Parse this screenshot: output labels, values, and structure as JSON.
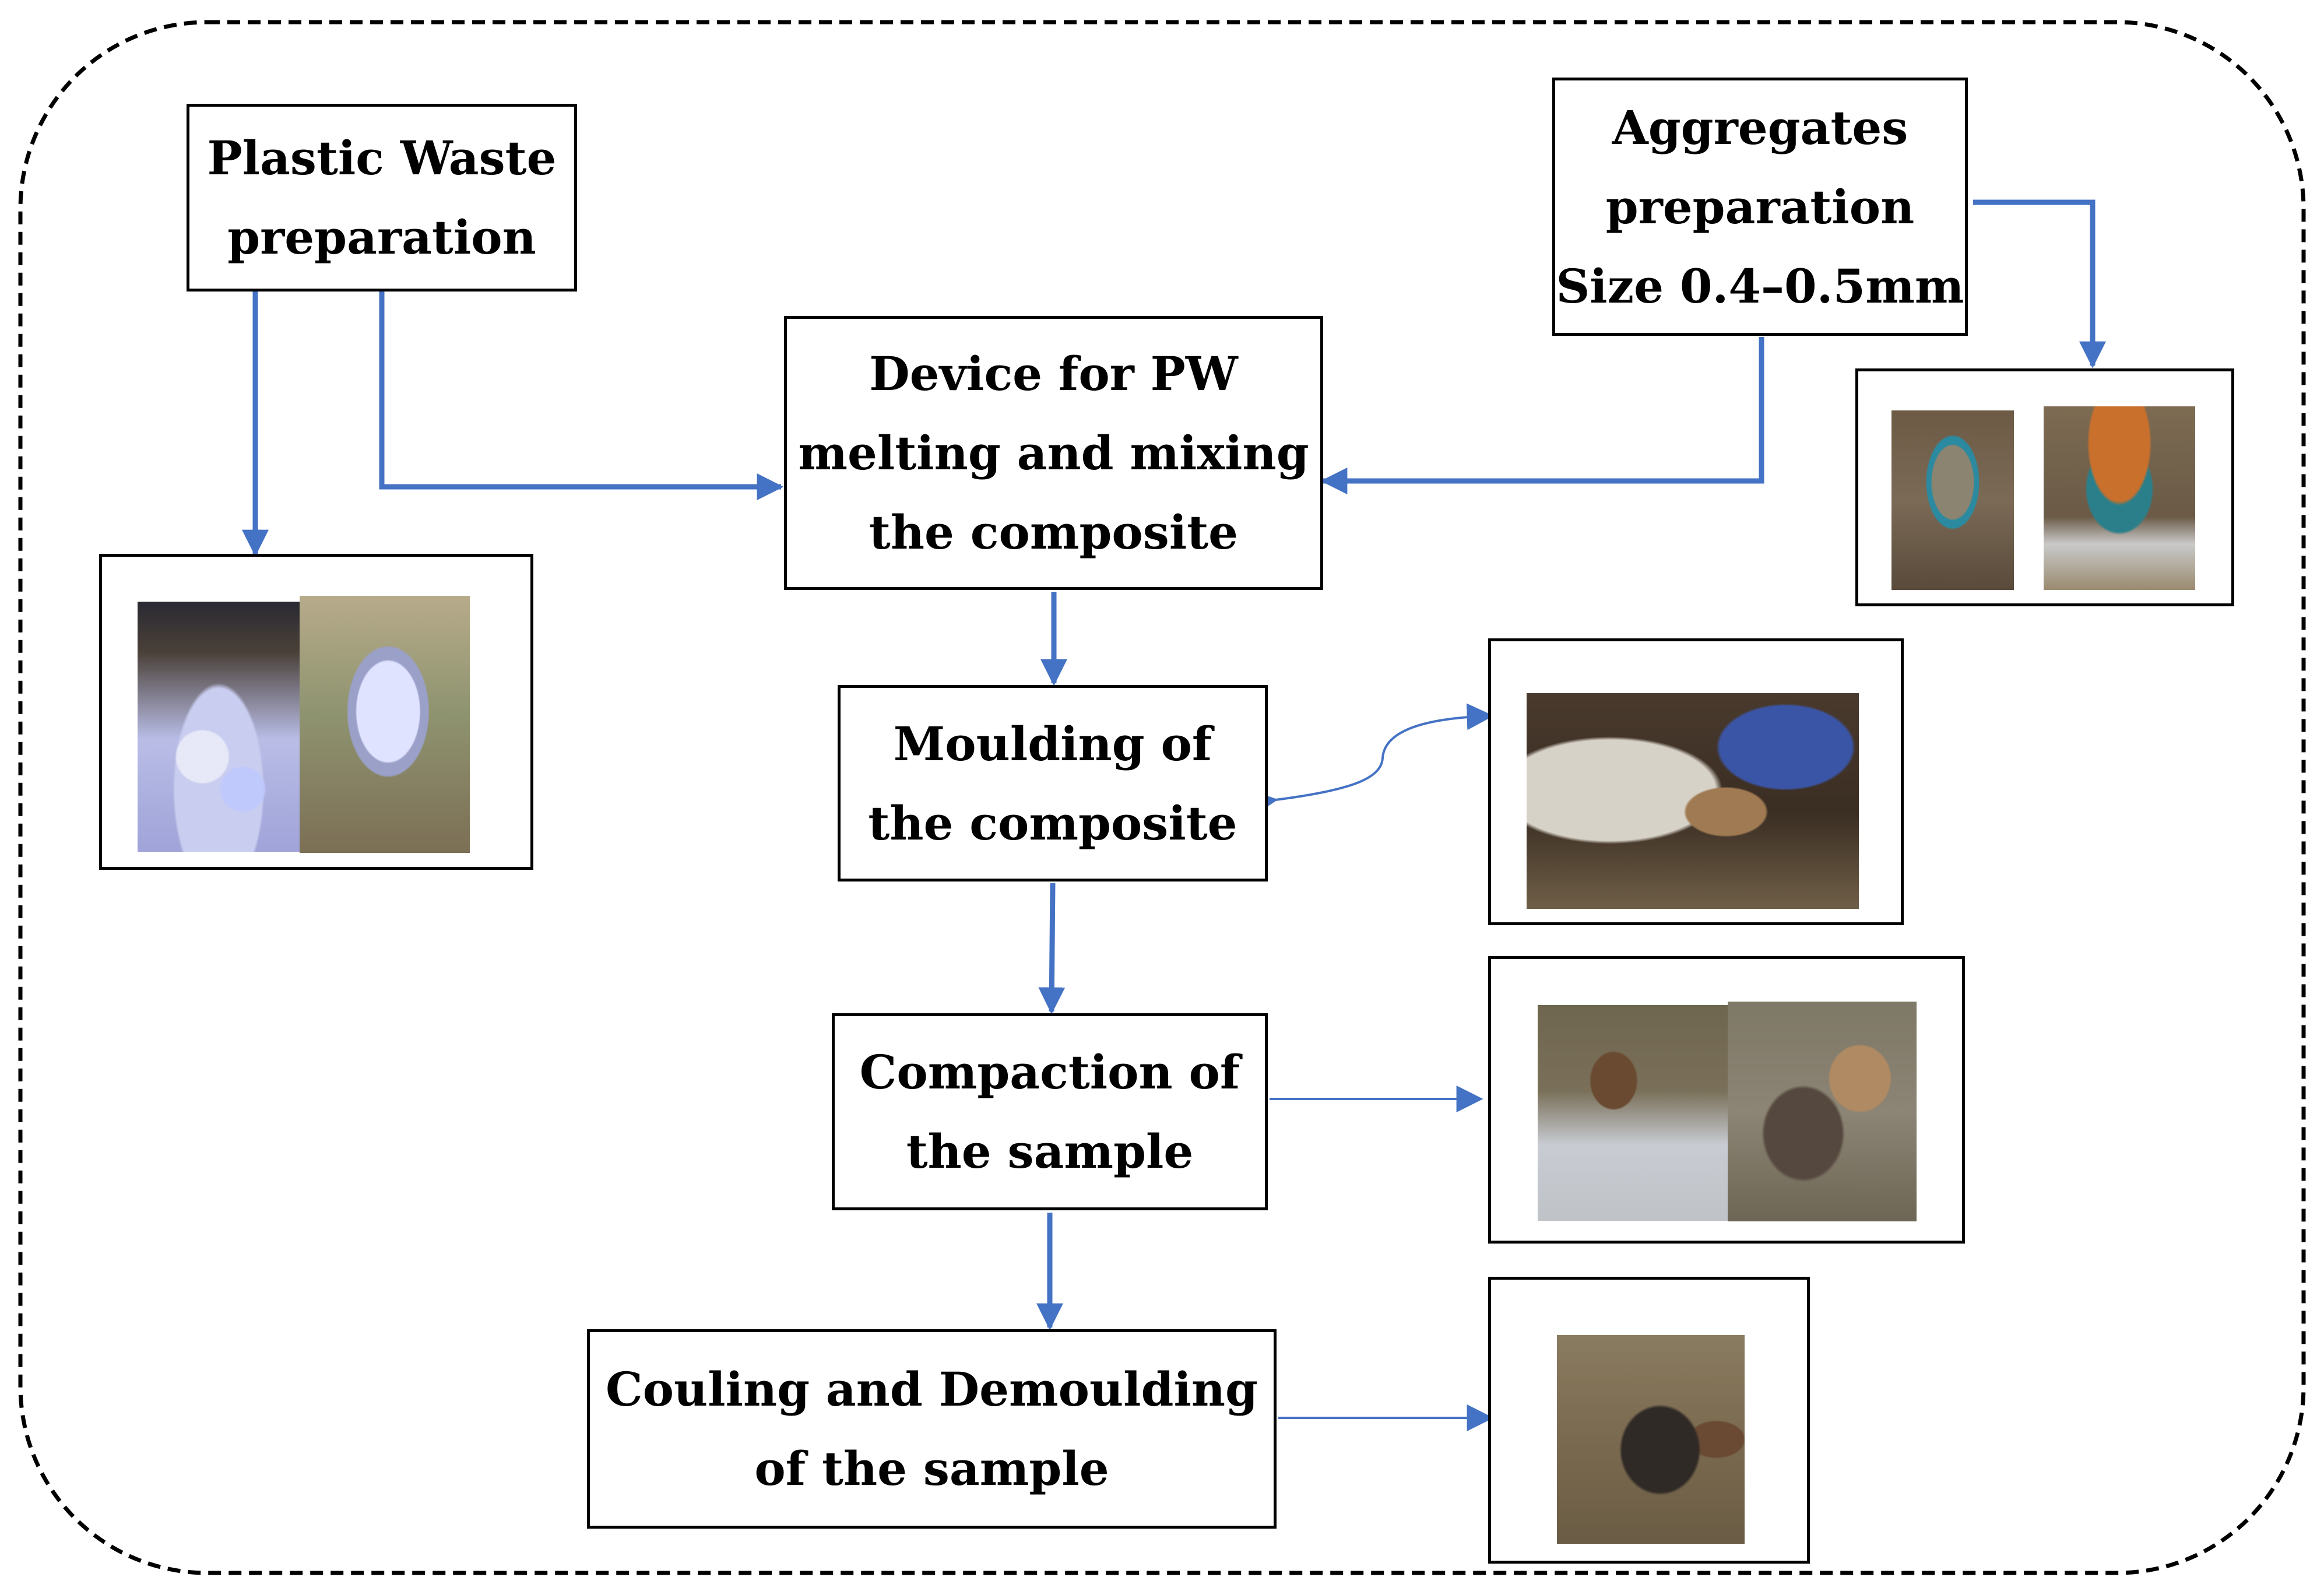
{
  "diagram": {
    "steps": {
      "plastic_waste": [
        "Plastic Waste",
        "preparation"
      ],
      "aggregates": [
        "Aggregates",
        "preparation",
        "Size 0.4–0.5mm"
      ],
      "device": [
        "Device for PW",
        "melting and mixing",
        "the composite"
      ],
      "moulding": [
        "Moulding of",
        "the composite"
      ],
      "compaction": [
        "Compaction of",
        "the sample"
      ],
      "cooling": [
        "Couling and Demoulding",
        "of the sample"
      ]
    },
    "colors": {
      "arrow": "#4472c4",
      "border": "#000000",
      "background": "#ffffff"
    }
  }
}
